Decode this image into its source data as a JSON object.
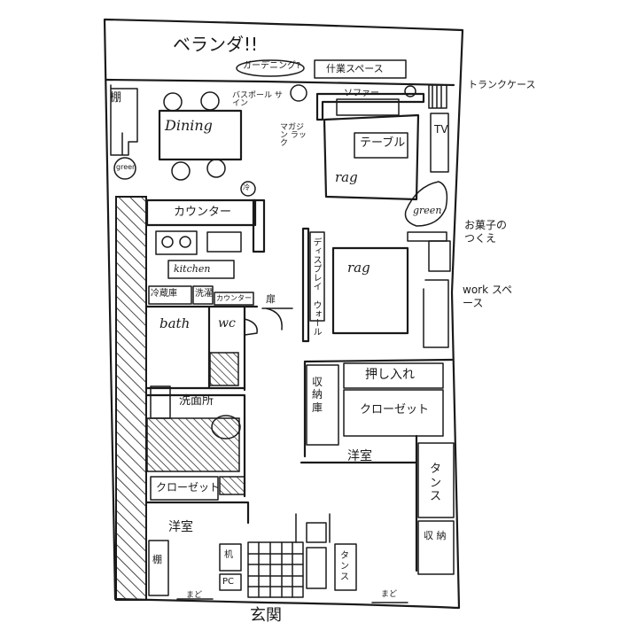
{
  "labels": {
    "veranda": "ベランダ!!",
    "shelf": "棚",
    "gardening": "ガーデニング?",
    "hobby_space": "什業スペース",
    "bath_pole_sign": "バスポール サイン",
    "sofa": "ソファー",
    "trunk_case": "トランクケース",
    "dining": "Dining",
    "magazine_rack": "マガジン ラック",
    "table": "テーブル",
    "tv": "TV",
    "green_left": "green",
    "rug_top": "rag",
    "counter_top": "カウンター",
    "fridge_small": "冷",
    "green_right": "green",
    "snack_stand": "お菓子の つくえ",
    "kitchen": "kitchen",
    "display_wall": "ディスプレイ ウォール",
    "rug_mid": "rag",
    "work_space": "work スペース",
    "fridge": "冷蔵庫",
    "washer": "洗濯",
    "counter_small": "カウンター",
    "door": "扉",
    "bath": "bath",
    "wc": "wc",
    "storage_room": "収 納 庫",
    "oshiire": "押し入れ",
    "closet_right": "クローゼット",
    "washroom": "洗面所",
    "western_room_right": "洋室",
    "closet_left": "クローゼット",
    "tansu_right": "タンス",
    "western_room_left": "洋室",
    "storage_right": "収 納",
    "shelf_bottom": "棚",
    "desk": "机",
    "pc": "PC",
    "tansu_bottom": "タンス",
    "window_left": "まど",
    "window_right": "まど",
    "entrance": "玄関"
  }
}
